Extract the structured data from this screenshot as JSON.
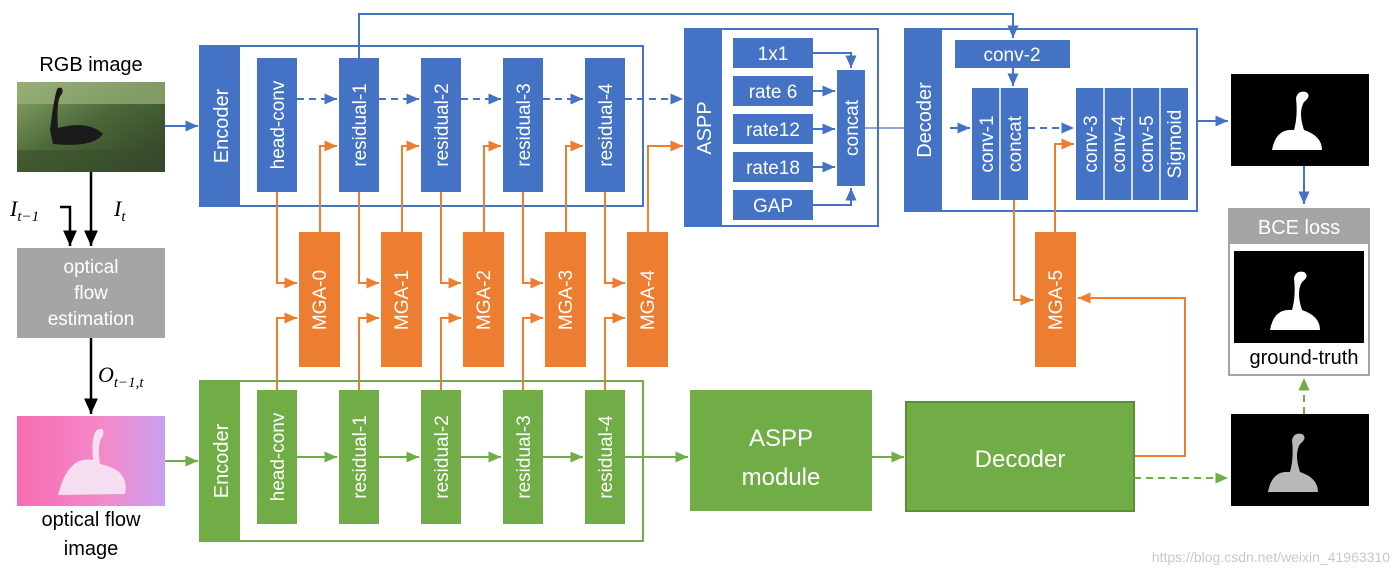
{
  "inputs": {
    "rgb_label": "RGB image",
    "flow_label_line1": "optical flow",
    "flow_label_line2": "image",
    "i_prev": "I_{t-1}",
    "i_prev_base": "I",
    "i_prev_sub": "t−1",
    "i_cur_base": "I",
    "i_cur_sub": "t",
    "o_base": "O",
    "o_sub": "t−1,t"
  },
  "flow_estimation": {
    "line1": "optical",
    "line2": "flow",
    "line3": "estimation"
  },
  "appearance_branch": {
    "encoder_label": "Encoder",
    "stages": [
      "head-conv",
      "residual-1",
      "residual-2",
      "residual-3",
      "residual-4"
    ],
    "aspp": {
      "label": "ASPP",
      "branches": [
        "1x1",
        "rate 6",
        "rate12",
        "rate18",
        "GAP"
      ],
      "concat": "concat"
    },
    "decoder": {
      "label": "Decoder",
      "conv2": "conv-2",
      "conv1": "conv-1",
      "concat": "concat",
      "tail": [
        "conv-3",
        "conv-4",
        "conv-5",
        "Sigmoid"
      ]
    }
  },
  "motion_branch": {
    "encoder_label": "Encoder",
    "stages": [
      "head-conv",
      "residual-1",
      "residual-2",
      "residual-3",
      "residual-4"
    ],
    "aspp_line1": "ASPP",
    "aspp_line2": "module",
    "decoder_label": "Decoder"
  },
  "mga_modules": [
    "MGA-0",
    "MGA-1",
    "MGA-2",
    "MGA-3",
    "MGA-4",
    "MGA-5"
  ],
  "loss": {
    "label": "BCE loss",
    "gt_label": "ground-truth"
  },
  "watermark": "https://blog.csdn.net/weixin_41963310",
  "colors": {
    "blue": "#4472c4",
    "orange": "#ed7d31",
    "green": "#70ad47",
    "gray": "#a5a5a5"
  }
}
